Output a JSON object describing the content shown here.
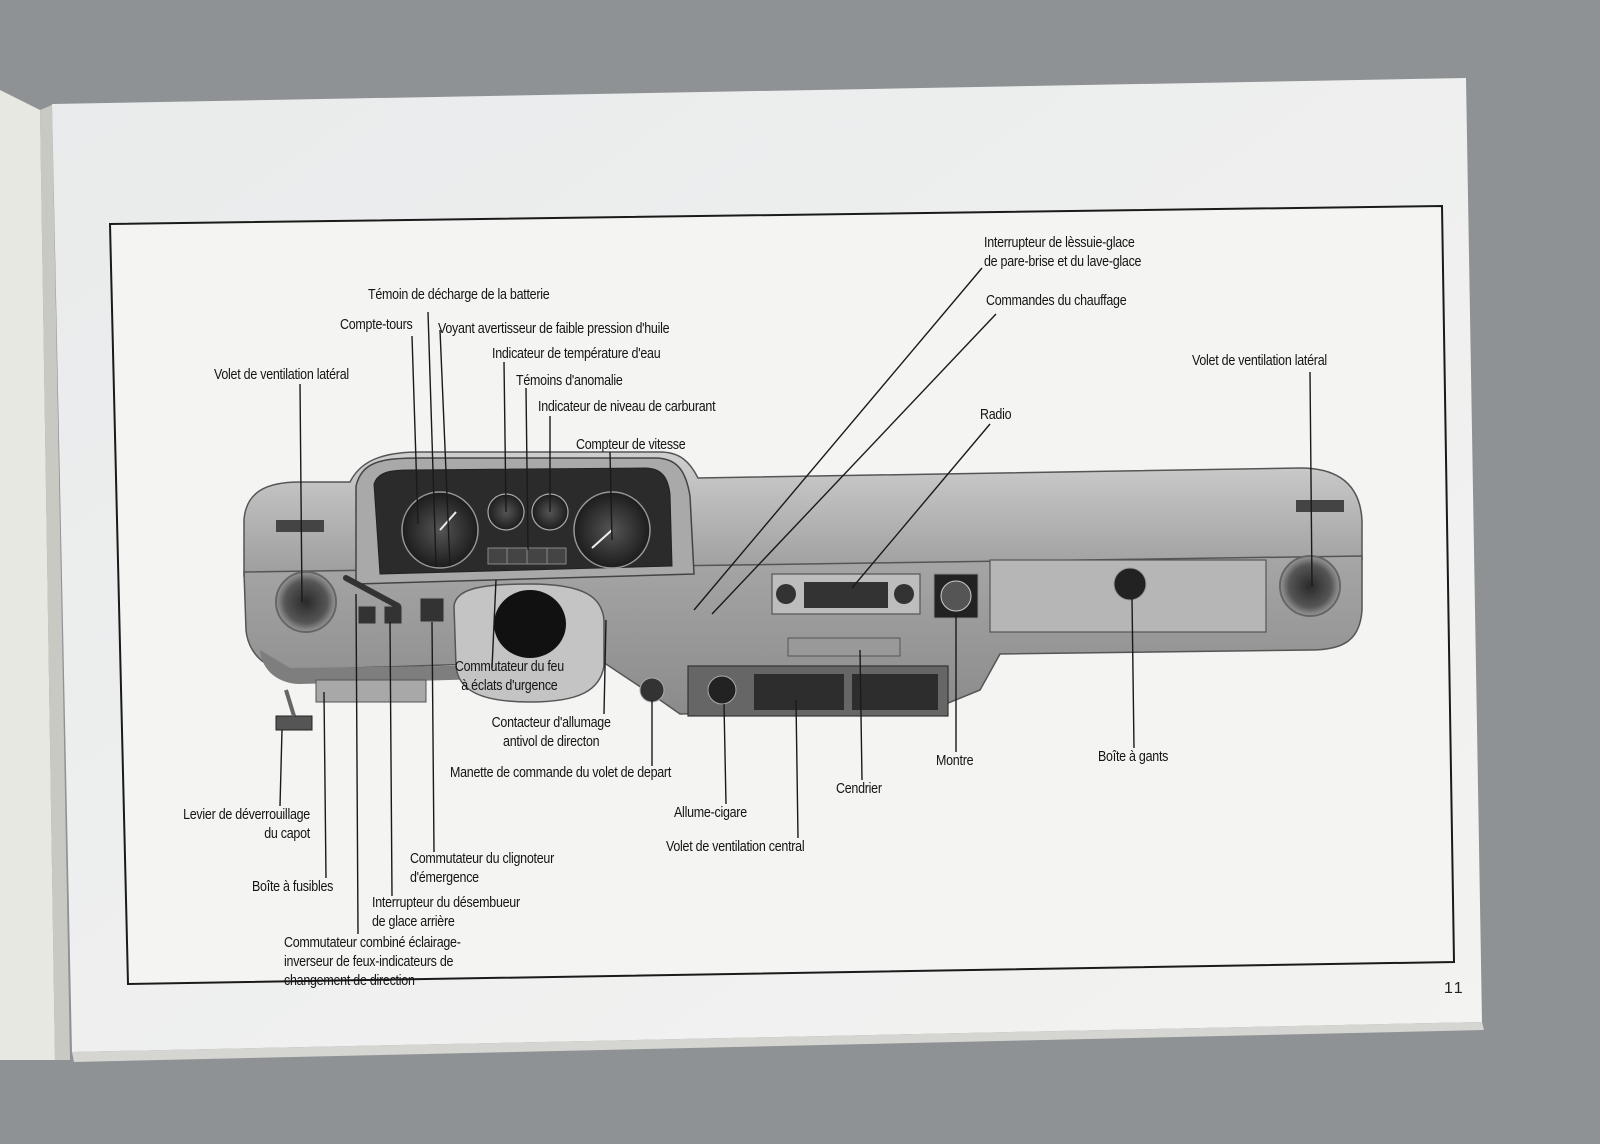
{
  "page_number": "11",
  "labels": {
    "interrupteur_essuie_glace": "Interrupteur de lèssuie-glace\nde pare-brise et du lave-glace",
    "commandes_chauffage": "Commandes du chauffage",
    "temoin_batterie": "Témoin de décharge de la batterie",
    "compte_tours": "Compte-tours",
    "voyant_huile": "Voyant avertisseur de faible pression d'huile",
    "indicateur_temperature": "Indicateur de température d'eau",
    "temoins_anomalie": "Témoins d'anomalie",
    "indicateur_carburant": "Indicateur de niveau de carburant",
    "compteur_vitesse": "Compteur de vitesse",
    "volet_lateral_gauche": "Volet de ventilation latéral",
    "volet_lateral_droit": "Volet de ventilation latéral",
    "radio": "Radio",
    "commutateur_feu_urgence": "Commutateur du feu\nà éclats d'urgence",
    "contacteur_allumage": "Contacteur d'allumage\nantivol de directon",
    "manette_volet_depart": "Manette de commande du volet de depart",
    "montre": "Montre",
    "boite_gants": "Boîte à gants",
    "cendrier": "Cendrier",
    "allume_cigare": "Allume-cigare",
    "volet_central": "Volet de ventilation central",
    "levier_capot": "Levier de déverrouillage\ndu capot",
    "boite_fusibles": "Boîte à fusibles",
    "commutateur_clignoteur": "Commutateur du clignoteur\nd'émergence",
    "interrupteur_desembueur": "Interrupteur du désembueur\nde glace arrière",
    "commutateur_eclairage": "Commutateur combiné éclairage-\ninverseur de feux-indicateurs de\nchangement de direction"
  },
  "colors": {
    "background": "#8e9294",
    "page": "#efefed",
    "ink": "#141414",
    "dashboard": "#b3b3b3"
  }
}
